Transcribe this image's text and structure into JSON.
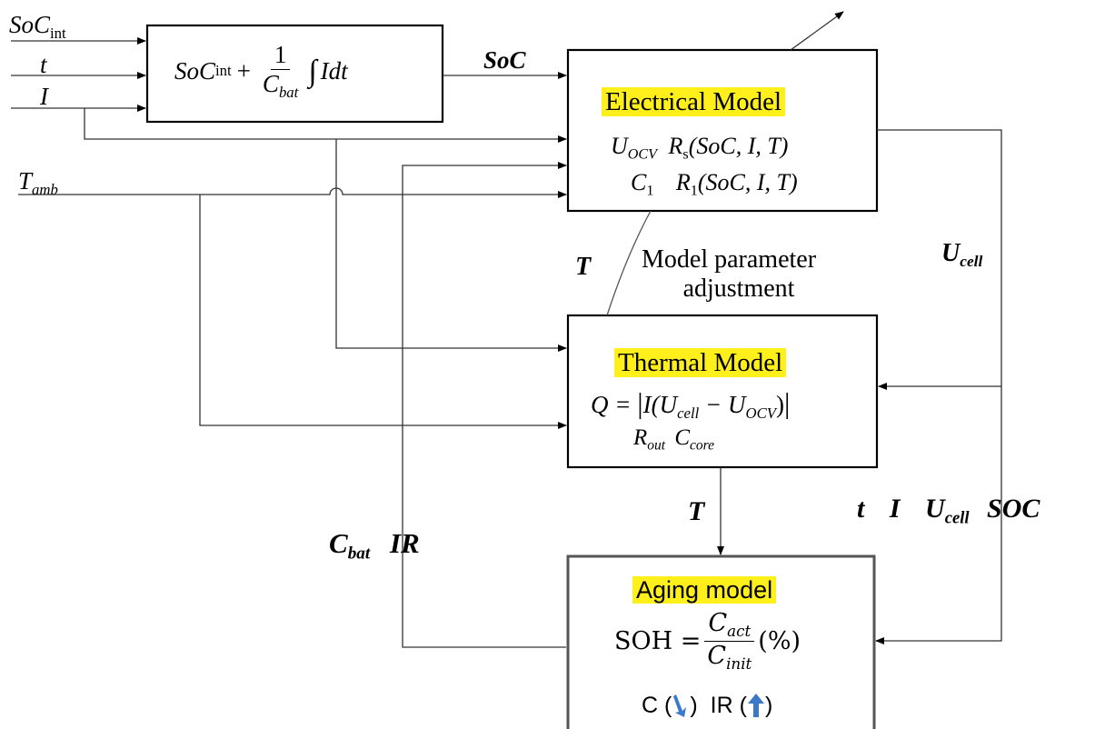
{
  "inputs": {
    "soc_int": "SoC",
    "soc_int_sub": "int",
    "t": "t",
    "i": "I",
    "t_amb": "T",
    "t_amb_sub": "amb"
  },
  "integrator": {
    "term1": "SoC",
    "term1_sub": "int",
    "plus": "+",
    "num": "1",
    "den": "C",
    "den_sub": "bat",
    "integral": "∫",
    "tail": "Idt"
  },
  "soc_label": "SoC",
  "electrical": {
    "title": "Electrical Model",
    "line1_a": "U",
    "line1_a_sub": "OCV",
    "line1_b": "R",
    "line1_b_sub": "s",
    "line1_args": "(SoC, I, T)",
    "line2_a": "C",
    "line2_a_sub": "1",
    "line2_b": "R",
    "line2_b_sub": "1",
    "line2_args": "(SoC, I, T)"
  },
  "t_feedback": "T",
  "adjust_line1": "Model parameter",
  "adjust_line2": "adjustment",
  "ucell_label": "U",
  "ucell_label_sub": "cell",
  "thermal": {
    "title": "Thermal Model",
    "eq_lhs": "Q = ",
    "eq_body": "I(U",
    "eq_sub1": "cell",
    "eq_mid": " − U",
    "eq_sub2": "OCV",
    "eq_close": ")",
    "line2_a": "R",
    "line2_a_sub": "out",
    "line2_b": "C",
    "line2_b_sub": "core"
  },
  "t_to_aging": "T",
  "aging_inputs": {
    "t": "t",
    "i": "I",
    "u": "U",
    "u_sub": "cell",
    "soc": "SOC"
  },
  "feedback_label": {
    "c": "C",
    "c_sub": "bat",
    "ir": "IR"
  },
  "aging": {
    "title": "Aging model",
    "soh": "SOH = ",
    "num": "C",
    "num_sub": "act",
    "den": "C",
    "den_sub": "init",
    "unit": "(%)",
    "c_label": "C (",
    "c_close": ")",
    "ir_label": "IR (",
    "ir_close": ")"
  },
  "colors": {
    "highlight": "#ffef1a",
    "arrow_blue": "#3b78c9",
    "line": "#4d4d4d"
  }
}
